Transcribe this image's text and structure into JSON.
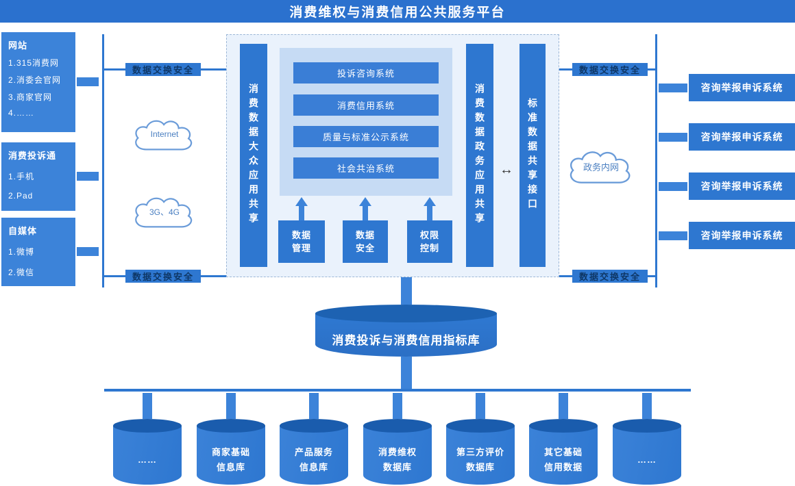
{
  "title": "消费维权与消费信用公共服务平台",
  "colors": {
    "title_bar": "#2b71ce",
    "primary_blue": "#2e77d0",
    "box_blue": "#3c83d9",
    "dark_blue_top": "#1a5cad",
    "outer_panel_bg": "#eaf2fc",
    "inner_panel_bg": "#c6dbf4",
    "cloud_outline": "#6b9cd9"
  },
  "left_panels": [
    {
      "header": "网站",
      "items": [
        "1.315消费网",
        "2.消委会官网",
        "3.商家官网",
        "4.……"
      ]
    },
    {
      "header": "消费投诉通",
      "items": [
        "1.手机",
        "2.Pad"
      ]
    },
    {
      "header": "自媒体",
      "items": [
        "1.微博",
        "2.微信"
      ]
    }
  ],
  "clouds": {
    "internet": "Internet",
    "mobile": "3G、4G",
    "gov": "政务内网"
  },
  "exchange_bar_label": "数据交换安全",
  "center_panel": {
    "public_share_bar": "消费数据大众应用共享",
    "systems": [
      "投诉咨询系统",
      "消费信用系统",
      "质量与标准公示系统",
      "社会共治系统"
    ],
    "supports": [
      [
        "数据",
        "管理"
      ],
      [
        "数据",
        "安全"
      ],
      [
        "权限",
        "控制"
      ]
    ],
    "gov_share_bar": "消费数据政务应用共享",
    "standard_interface_bar": "标准数据共享接口",
    "double_arrow": "↔"
  },
  "right_systems": [
    "咨询举报申诉系统",
    "咨询举报申诉系统",
    "咨询举报申诉系统",
    "咨询举报申诉系统"
  ],
  "indicator_library": "消费投诉与消费信用指标库",
  "databases": [
    [
      "……"
    ],
    [
      "商家基础",
      "信息库"
    ],
    [
      "产品服务",
      "信息库"
    ],
    [
      "消费维权",
      "数据库"
    ],
    [
      "第三方评价",
      "数据库"
    ],
    [
      "其它基础",
      "信用数据"
    ],
    [
      "……"
    ]
  ]
}
